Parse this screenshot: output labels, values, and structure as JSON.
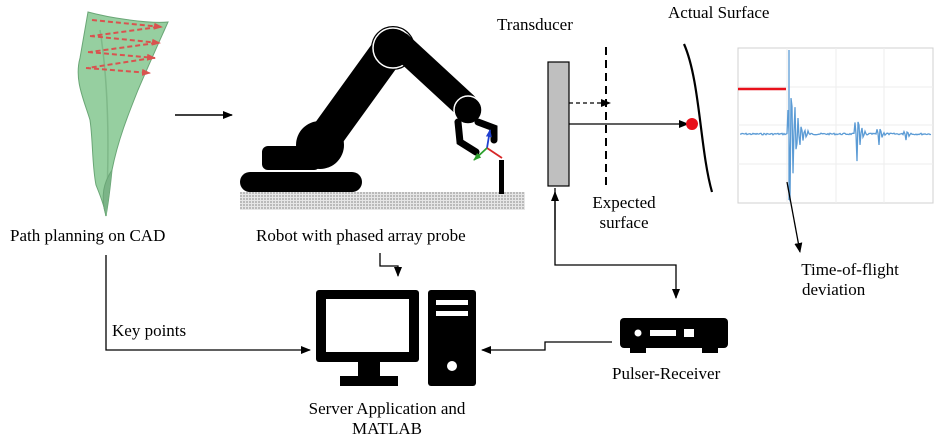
{
  "labels": {
    "transducer": "Transducer",
    "actual_surface": "Actual Surface",
    "expected_surface_line1": "Expected",
    "expected_surface_line2": "surface",
    "path_planning": "Path planning on CAD",
    "robot": "Robot with phased array probe",
    "time_of_flight_line1": "Time-of-flight",
    "time_of_flight_line2": "deviation",
    "key_points": "Key points",
    "pulser_receiver": "Pulser-Receiver",
    "server_line1": "Server Application and",
    "server_line2": "MATLAB"
  },
  "colors": {
    "blade_fill": "#96cfa0",
    "path_arrows": "#d9534f",
    "robot": "#000000",
    "surface_point": "#e8101a",
    "signal": "#5b9bd5",
    "tof_marker": "#e8101a",
    "ground": "#bdbdbd",
    "axis_x": "#d62728",
    "axis_y": "#1f3fcf",
    "axis_z": "#2ca02c"
  },
  "icons": [
    "turbine-blade-icon",
    "robot-arm-icon",
    "desktop-computer-icon",
    "pulser-receiver-device-icon",
    "transducer-probe-icon"
  ]
}
